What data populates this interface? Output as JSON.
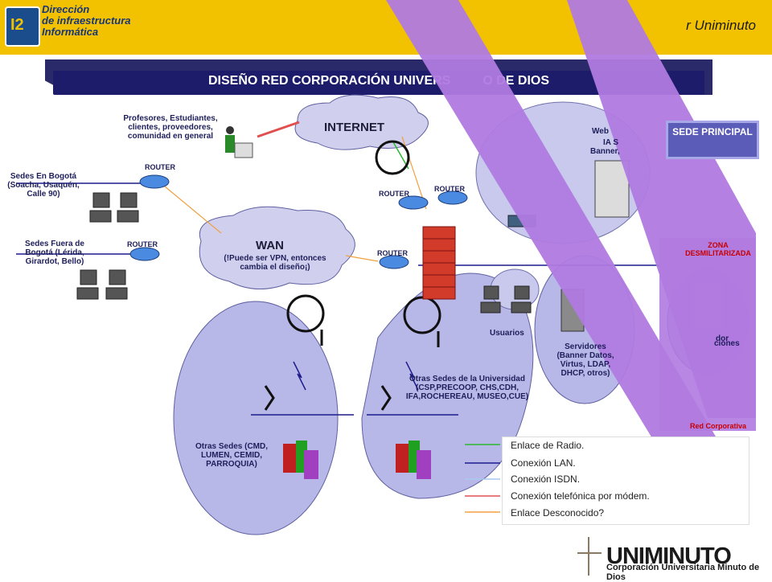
{
  "header": {
    "org_line1": "Dirección",
    "org_line2": "de infraestructura",
    "org_line3": "Informática",
    "logo_mark": "I2",
    "right_text": "r Uniminuto"
  },
  "title": "DISEÑO RED CORPORACIÓN UNIVERS         O DE DIOS",
  "clouds": {
    "internet": "INTERNET",
    "wan_title": "WAN",
    "wan_sub": "(!Puede ser VPN, entonces cambia el diseño¡)"
  },
  "labels": {
    "profesores": "Profesores, Estudiantes, clientes, proveedores, comunidad en general",
    "sedes_bogota": "Sedes En Bogotá (Soacha, Usaquén, Calle 90)",
    "sedes_fuera": "Sedes Fuera de Bogotá (Lérida, Girardot, Bello)",
    "router": "ROUTER",
    "web_partial": "Web",
    "ias_partial": "IA S",
    "banner_partial": "Banner,",
    "usuarios": "Usuarios",
    "servidores": "Servidores (Banner Datos, Virtus, LDAP, DHCP, otros)",
    "servidor_partial": "dor",
    "ciones_partial": "ciones",
    "otras_universidad": "Otras Sedes  de la Universidad (CSP,PRECOOP, CHS,CDH, IFA,ROCHEREAU, MUSEO,CUE)",
    "otras_sedes": "Otras Sedes (CMD, LUMEN, CEMID, PARROQUIA)",
    "sede_principal": "SEDE PRINCIPAL",
    "zona": "ZONA DESMILITARIZADA",
    "red_corporativa": "Red Corporativa"
  },
  "legend": [
    {
      "label": "Enlace de Radio.",
      "color": "#2db82d"
    },
    {
      "label": "Conexión LAN.",
      "color": "#1c1c8c"
    },
    {
      "label": "Conexión ISDN.",
      "color": "#a8c8f0"
    },
    {
      "label": "Conexión telefónica por módem.",
      "color": "#e05050"
    },
    {
      "label": "Enlace Desconocido?",
      "color": "#f0a040"
    }
  ],
  "footer": {
    "brand": "UNIMINUTO",
    "sub": "Corporación Universitaria Minuto de Dios"
  },
  "colors": {
    "header": "#f2c200",
    "title_bar": "#1c1c6b",
    "overlay": "#b07ae0"
  }
}
